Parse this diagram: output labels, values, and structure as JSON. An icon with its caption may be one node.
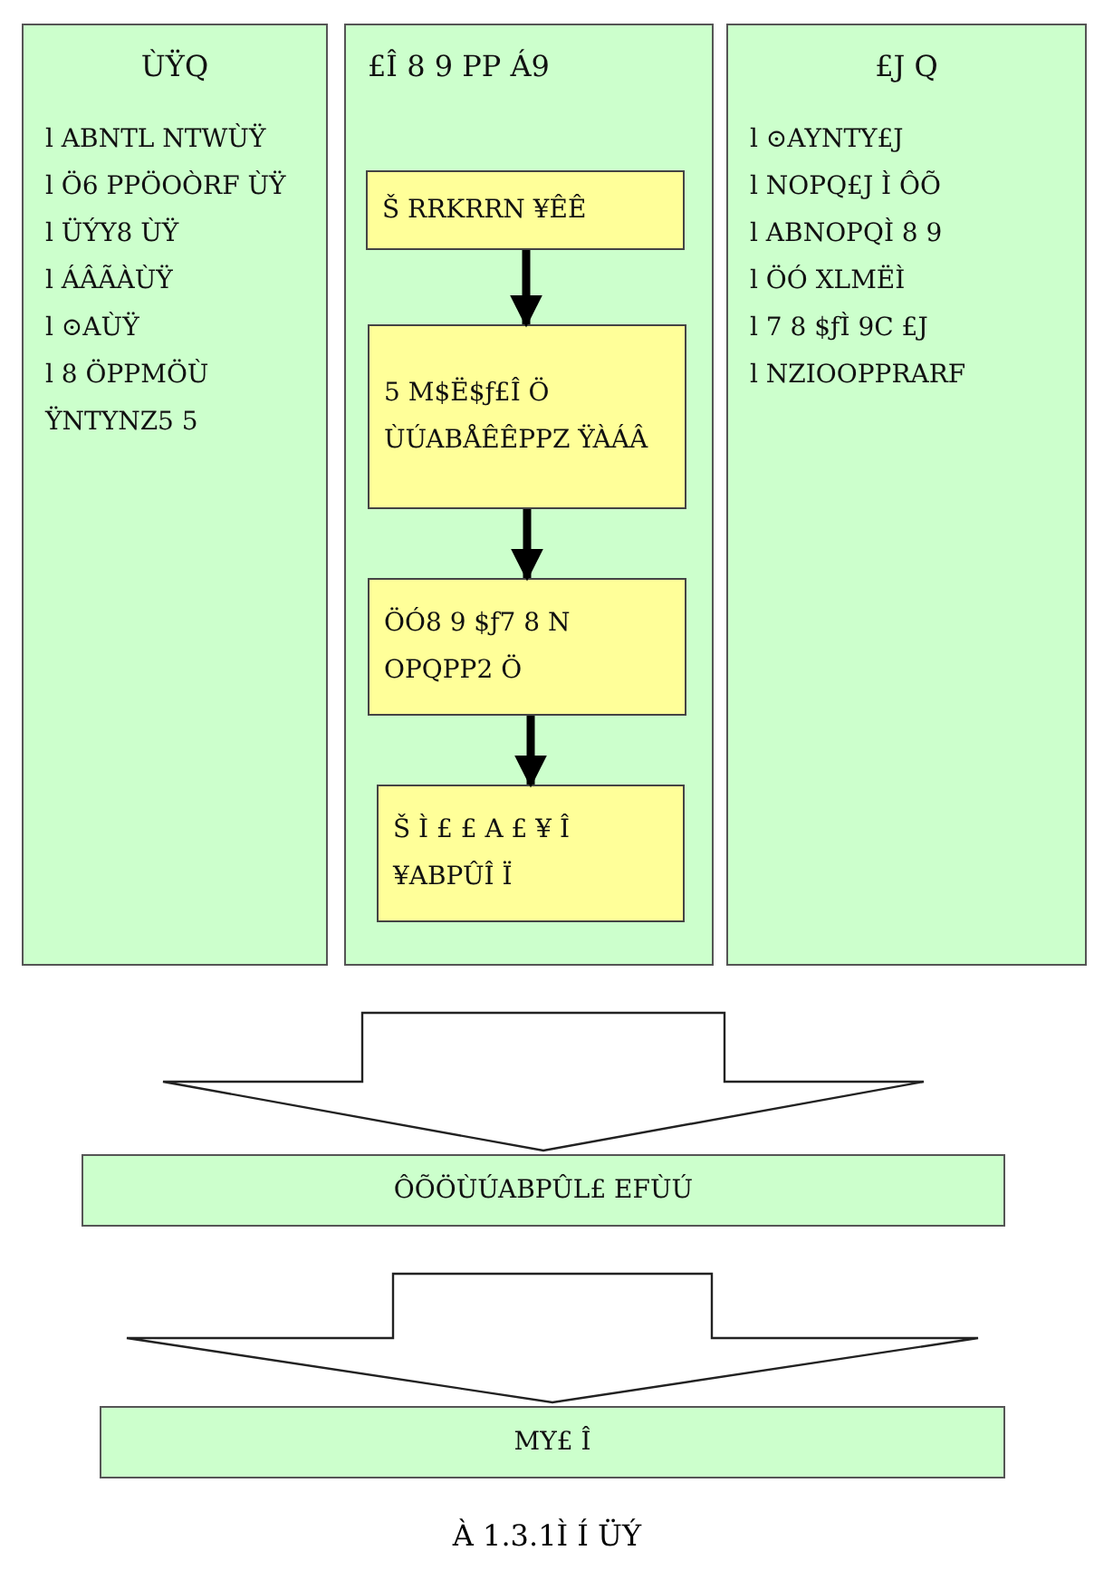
{
  "diagram": {
    "caption": "À 1.3.1Ì Í ÜÝ",
    "nodes": [
      {
        "text": [
          "ÙŸQ",
          "l ABNTL NTWÙŸ",
          "l Ö6 PPÖOÒRF ÙŸ",
          "l ÜÝY8 ÙŸ",
          "l ÁÂÃÀÙŸ",
          "l ⊙AÙŸ",
          "l 8 ÖPPMÖÙ ŸNTYNZ5 5"
        ]
      },
      {
        "text": [
          "£Î 8 9 PP Á9"
        ]
      },
      {
        "text": [
          "Š RRKRRN ¥ÊÊ"
        ],
        "in": 1
      },
      {
        "text": [
          "5 M$Ë$ƒ£Î Ö ÙÚABÅÊÊPPZ ŸÀÁÂ"
        ],
        "in": 1
      },
      {
        "text": [
          "ÖÓ8 9 $ƒ7 8 N OPQPP2 Ö"
        ],
        "in": 1
      },
      {
        "text": [
          "Š Ì £ £ A £ ¥ Î ¥ABPÛÎ Ï"
        ],
        "in": 1
      },
      {
        "text": [
          "£J Q",
          "l ⊙AYNTY£J",
          "l NOPQ£J Ì ÔÕ",
          "l ABNOPQÌ 8 9",
          "l ÖÓ XLMËÌ",
          "l 7 8 $ƒÌ 9C £J",
          "l NZIOOPPRARF"
        ]
      },
      {
        "text": [
          "ÔÕÖÙÚABPÛL£ EFÙÚ"
        ]
      },
      {
        "text": [
          "MY£ Î"
        ]
      }
    ],
    "edges": [
      {
        "from": 2,
        "to": 3,
        "arrow": "to"
      },
      {
        "from": 3,
        "to": 4,
        "arrow": "to"
      },
      {
        "from": 4,
        "to": 5,
        "arrow": "to"
      },
      {
        "from": 1,
        "to": 7,
        "arrow": "to"
      },
      {
        "from": 7,
        "to": 8,
        "arrow": "to"
      }
    ]
  }
}
